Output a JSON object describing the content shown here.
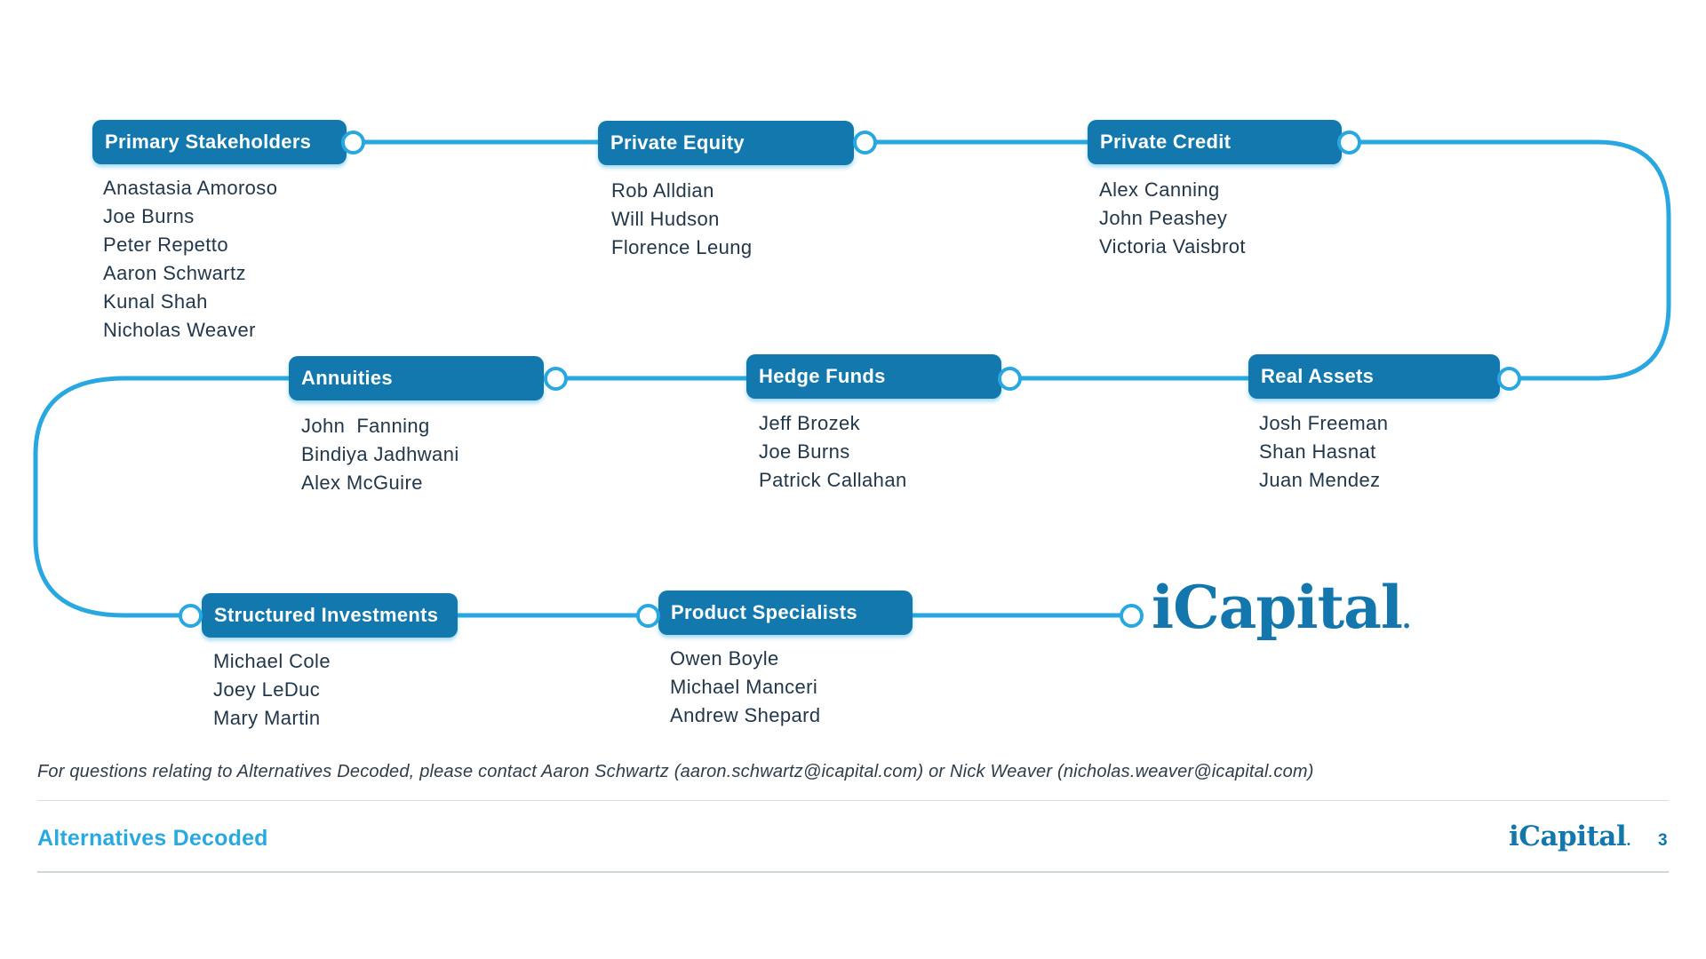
{
  "colors": {
    "box_blue": "#1278ad",
    "line_blue": "#29a7e0",
    "logo_blue": "#1377ad",
    "name_text": "#23374a",
    "footer_accent": "#2aa9e0"
  },
  "groups": [
    {
      "title": "Primary Stakeholders",
      "members": [
        "Anastasia Amoroso",
        "Joe Burns",
        "Peter Repetto",
        "Aaron Schwartz",
        "Kunal Shah",
        "Nicholas Weaver"
      ]
    },
    {
      "title": "Private Equity",
      "members": [
        "Rob Alldian",
        "Will Hudson",
        "Florence Leung"
      ]
    },
    {
      "title": "Private Credit",
      "members": [
        "Alex Canning",
        "John Peashey",
        "Victoria Vaisbrot"
      ]
    },
    {
      "title": "Annuities",
      "members": [
        "John  Fanning",
        "Bindiya Jadhwani",
        "Alex McGuire"
      ]
    },
    {
      "title": "Hedge Funds",
      "members": [
        "Jeff Brozek",
        "Joe Burns",
        "Patrick Callahan"
      ]
    },
    {
      "title": "Real Assets",
      "members": [
        "Josh Freeman",
        "Shan Hasnat",
        "Juan Mendez"
      ]
    },
    {
      "title": "Structured Investments",
      "members": [
        "Michael Cole",
        "Joey LeDuc",
        "Mary Martin"
      ]
    },
    {
      "title": "Product Specialists",
      "members": [
        "Owen Boyle",
        "Michael Manceri",
        "Andrew Shepard"
      ]
    }
  ],
  "logo": {
    "text": "iCapital",
    "dot": "."
  },
  "footnote": "For questions relating to Alternatives Decoded, please contact Aaron Schwartz (aaron.schwartz@icapital.com) or Nick Weaver (nicholas.weaver@icapital.com)",
  "footer": {
    "title": "Alternatives Decoded",
    "logo_text": "iCapital",
    "logo_dot": ".",
    "page": "3"
  }
}
